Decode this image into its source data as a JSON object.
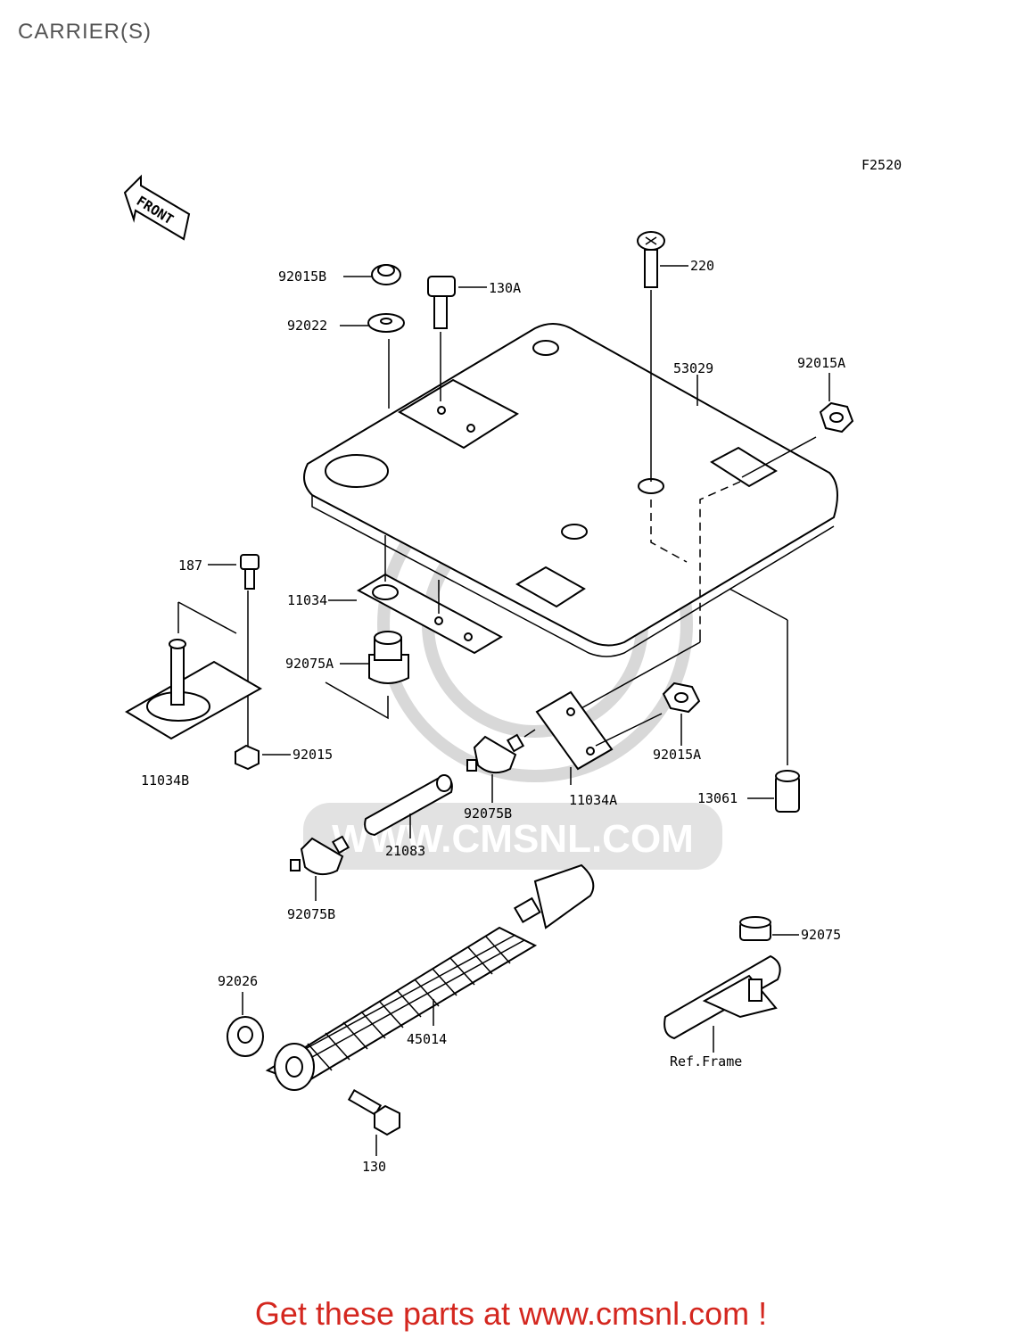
{
  "page": {
    "title": "CARRIER(S)",
    "figure_code": "F2520"
  },
  "front_arrow": {
    "text": "FRONT",
    "icon": "front-arrow-icon"
  },
  "watermark": {
    "text": "WWW.CMSNL.COM",
    "logo": "cmsnl-logo"
  },
  "labels": {
    "p92015B": "92015B",
    "p130A": "130A",
    "p220": "220",
    "p92022": "92022",
    "p53029": "53029",
    "p92015A_top": "92015A",
    "p187": "187",
    "p11034": "11034",
    "p92075A": "92075A",
    "p92015": "92015",
    "p11034B": "11034B",
    "p92015A_mid": "92015A",
    "p11034A": "11034A",
    "p92075B_mid": "92075B",
    "p13061": "13061",
    "p21083": "21083",
    "p92075B_low": "92075B",
    "p92075": "92075",
    "p92026": "92026",
    "p45014": "45014",
    "pRefFrame": "Ref.Frame",
    "p130": "130"
  },
  "footer": {
    "text": "Get these parts at www.cmsnl.com !",
    "color": "#d4271f"
  }
}
